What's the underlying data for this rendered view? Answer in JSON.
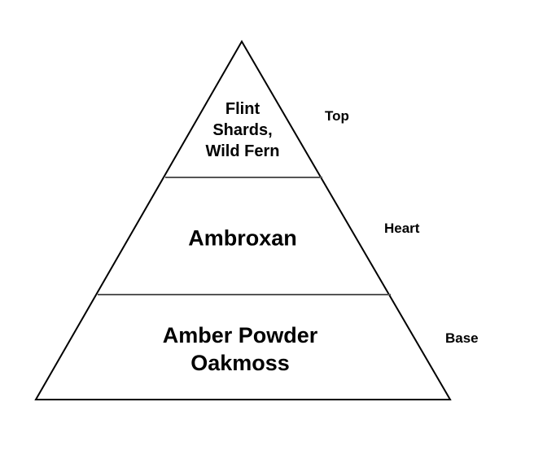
{
  "pyramid": {
    "tiers": [
      {
        "notes": [
          "Flint",
          "Shards,",
          "Wild Fern"
        ],
        "label": "Top"
      },
      {
        "notes": [
          "Ambroxan"
        ],
        "label": "Heart"
      },
      {
        "notes": [
          "Amber Powder",
          "Oakmoss"
        ],
        "label": "Base"
      }
    ]
  }
}
